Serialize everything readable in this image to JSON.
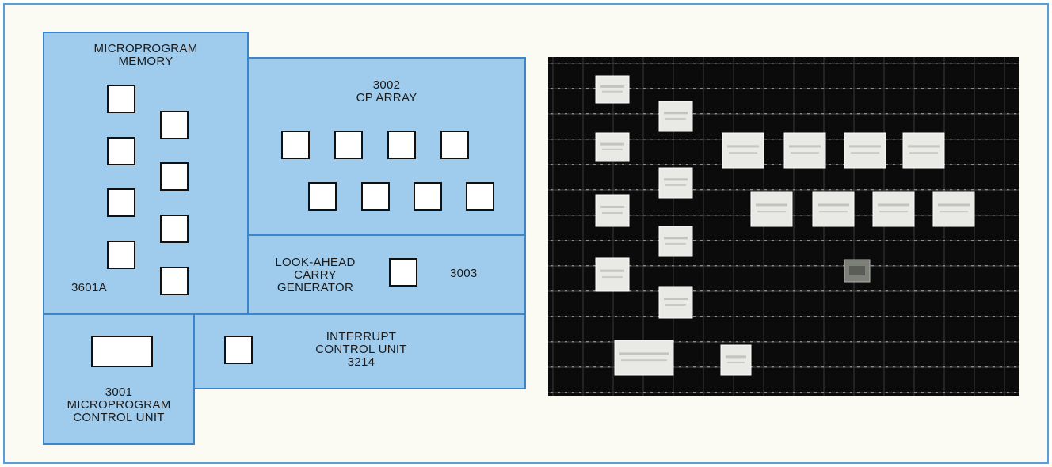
{
  "colors": {
    "block_fill": "#9fcbec",
    "block_border": "#3b86c8",
    "frame_border": "#5b9dd6",
    "background": "#fbfaf3",
    "photo_background": "#0b0b0b"
  },
  "blocks": {
    "microprogram_memory": {
      "title": "MICROPROGRAM\nMEMORY",
      "part_number": "3601A"
    },
    "cp_array": {
      "title": "3002\nCP ARRAY"
    },
    "look_ahead": {
      "title": "LOOK-AHEAD\nCARRY\nGENERATOR",
      "part_number": "3003"
    },
    "interrupt_control": {
      "title": "INTERRUPT\nCONTROL UNIT\n3214"
    },
    "microprogram_control": {
      "title": "3001\nMICROPROGRAM\nCONTROL UNIT"
    }
  }
}
